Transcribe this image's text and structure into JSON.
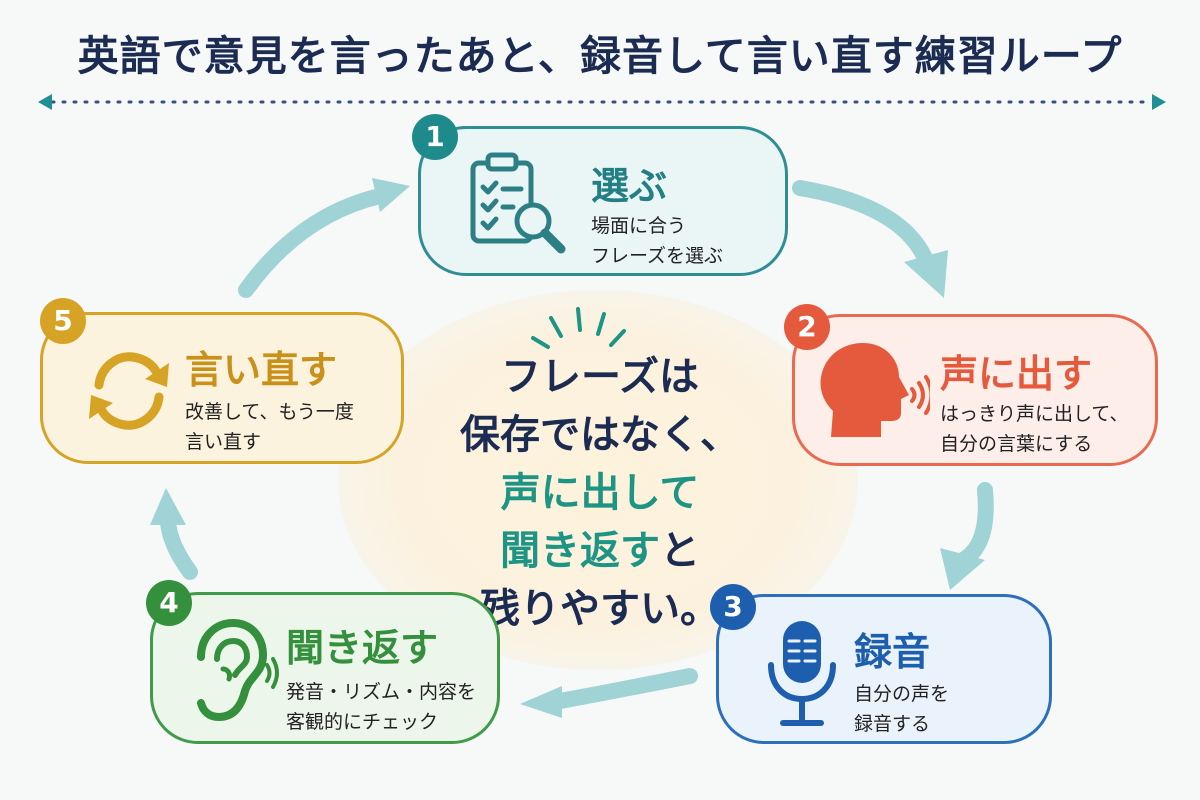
{
  "title": "英語で意見を言ったあと、録音して言い直す練習ループ",
  "center": {
    "line1": "フレーズは",
    "line2": "保存ではなく、",
    "line3": "声に出して",
    "line4_highlight": "聞き返す",
    "line4_rest": "と",
    "line5": "残りやすい。"
  },
  "steps": [
    {
      "number": "1",
      "title": "選ぶ",
      "desc1": "場面に合う",
      "desc2": "フレーズを選ぶ",
      "icon": "clipboard-search-icon",
      "color": "#227f84"
    },
    {
      "number": "2",
      "title": "声に出す",
      "desc1": "はっきり声に出して、",
      "desc2": "自分の言葉にする",
      "icon": "speaking-head-icon",
      "color": "#e55a3c"
    },
    {
      "number": "3",
      "title": "録音",
      "desc1": "自分の声を",
      "desc2": "録音する",
      "icon": "microphone-icon",
      "color": "#1d5fae"
    },
    {
      "number": "4",
      "title": "聞き返す",
      "desc1": "発音・リズム・内容を",
      "desc2": "客観的にチェック",
      "icon": "ear-icon",
      "color": "#34903d"
    },
    {
      "number": "5",
      "title": "言い直す",
      "desc1": "改善して、もう一度",
      "desc2": "言い直す",
      "icon": "refresh-cycle-icon",
      "color": "#c9901a"
    }
  ],
  "colors": {
    "title": "#1b2b52",
    "arrow": "#9fd3d6",
    "highlight": "#1d9484"
  }
}
